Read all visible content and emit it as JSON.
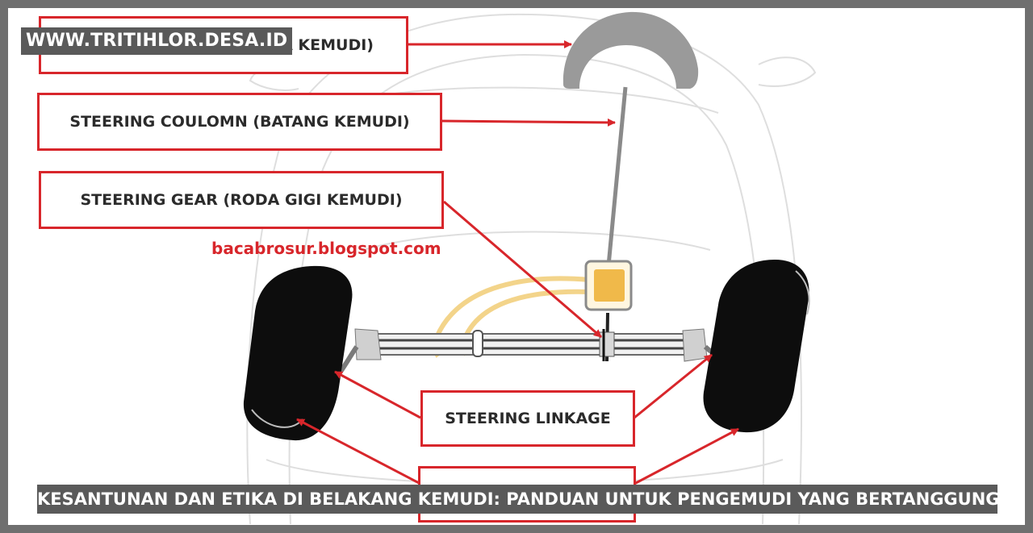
{
  "watermark": "WWW.TRITIHLOR.DESA.ID",
  "labels": {
    "steering_wheel": "A KEMUDI)",
    "steering_column": "STEERING COULOMN (BATANG KEMUDI)",
    "steering_gear": "STEERING GEAR (RODA GIGI KEMUDI)",
    "steering_linkage": "STEERING LINKAGE"
  },
  "blog_url": "bacabrosur.blogspot.com",
  "caption": "KESANTUNAN DAN ETIKA DI BELAKANG KEMUDI: PANDUAN UNTUK PENGEMUDI YANG BERTANGGUNG JAWAB",
  "colors": {
    "label_border": "#d8262b",
    "arrow": "#d8262b",
    "tire": "#0d0d0d",
    "gearbox": "#f0b94a",
    "hose": "#f3d48a",
    "overlay": "#5a5a5a"
  }
}
